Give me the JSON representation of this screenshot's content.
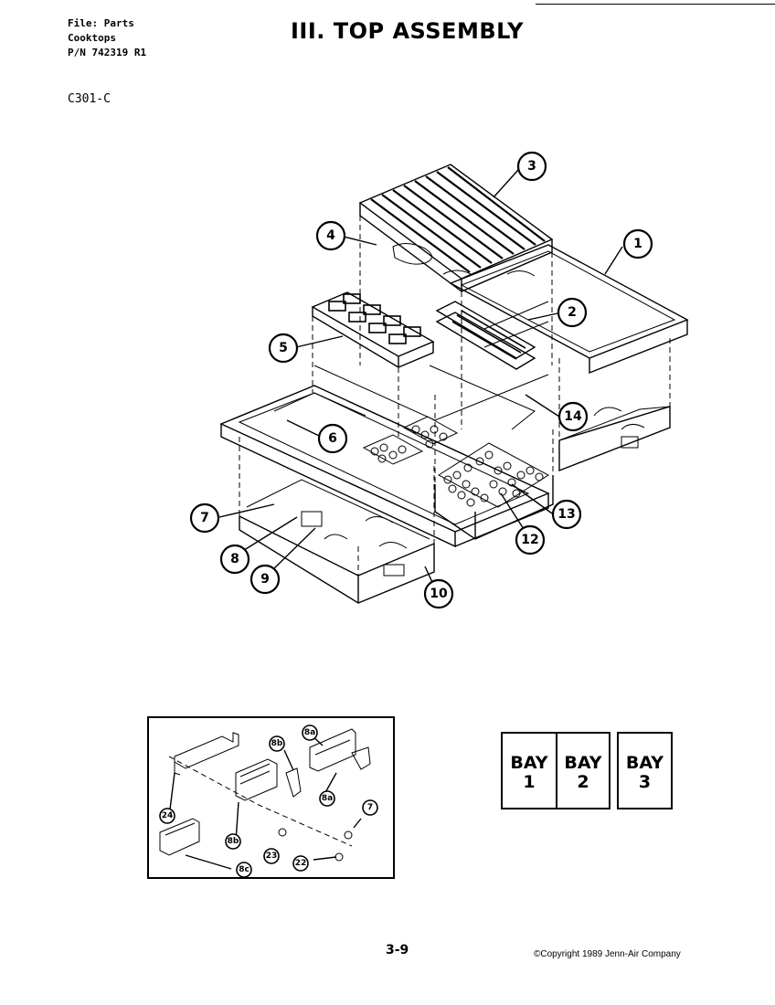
{
  "header": {
    "file_line": "File: Parts",
    "category": "Cooktops",
    "part_number": "P/N 742319 R1",
    "model": "C301-C",
    "title": "III. TOP ASSEMBLY"
  },
  "callouts": {
    "c1": "1",
    "c2": "2",
    "c3": "3",
    "c4": "4",
    "c5": "5",
    "c6": "6",
    "c7": "7",
    "c8": "8",
    "c9": "9",
    "c10": "10",
    "c12": "12",
    "c13": "13",
    "c14": "14"
  },
  "inset": {
    "l8a_top": "8a",
    "l8b_top": "8b",
    "l8a_mid": "8a",
    "l7": "7",
    "l24": "24",
    "l8b_low": "8b",
    "l23": "23",
    "l22": "22",
    "l8c": "8c"
  },
  "bays": [
    {
      "word": "BAY",
      "num": "1"
    },
    {
      "word": "BAY",
      "num": "2"
    },
    {
      "word": "BAY",
      "num": "3"
    }
  ],
  "footer": {
    "page": "3-9",
    "copyright": "©Copyright 1989 Jenn-Air Company"
  }
}
